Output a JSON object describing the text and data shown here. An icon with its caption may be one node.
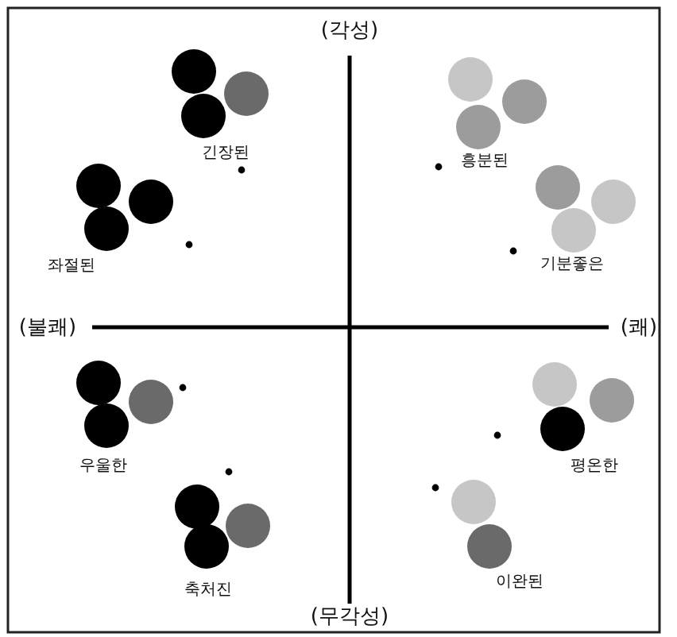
{
  "diagram": {
    "labels": [
      "(각성)",
      "긴장된",
      "흥분된",
      "좌절된",
      "기분좋은",
      "(불쾌)",
      "(쾌)",
      "우울한",
      "평온한",
      "축처진",
      "이완된",
      "(무각성)"
    ]
  }
}
